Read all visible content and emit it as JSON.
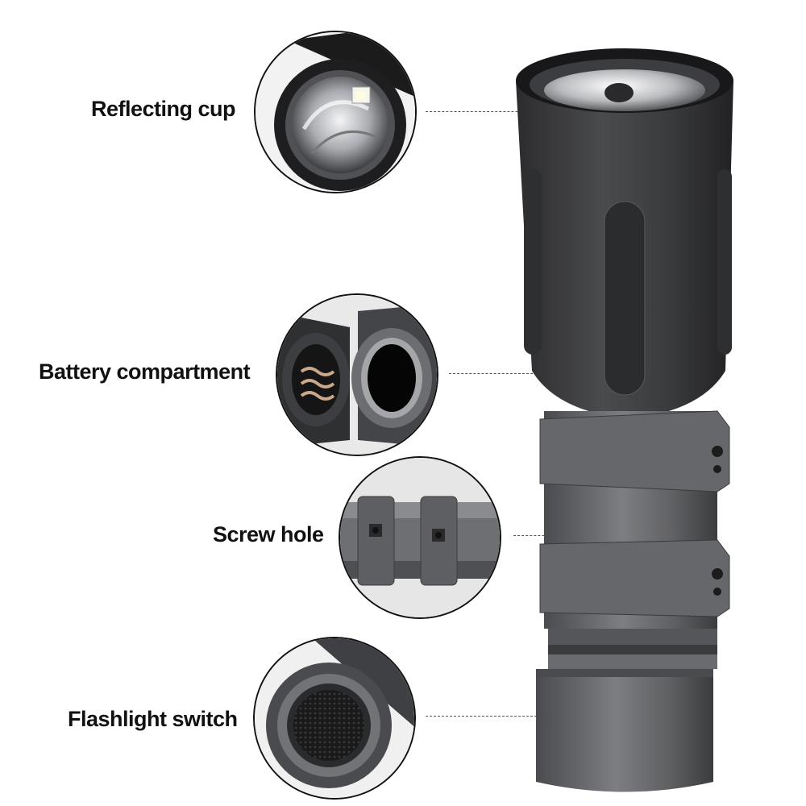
{
  "callouts": [
    {
      "label": "Reflecting cup"
    },
    {
      "label": "Battery compartment"
    },
    {
      "label": "Screw hole"
    },
    {
      "label": "Flashlight switch"
    }
  ],
  "colors": {
    "body_dark": "#3a3a3c",
    "body_mid": "#5a5b5d",
    "body_light": "#7a7b7d",
    "reflector": "#d8d8dc",
    "text": "#111111"
  }
}
